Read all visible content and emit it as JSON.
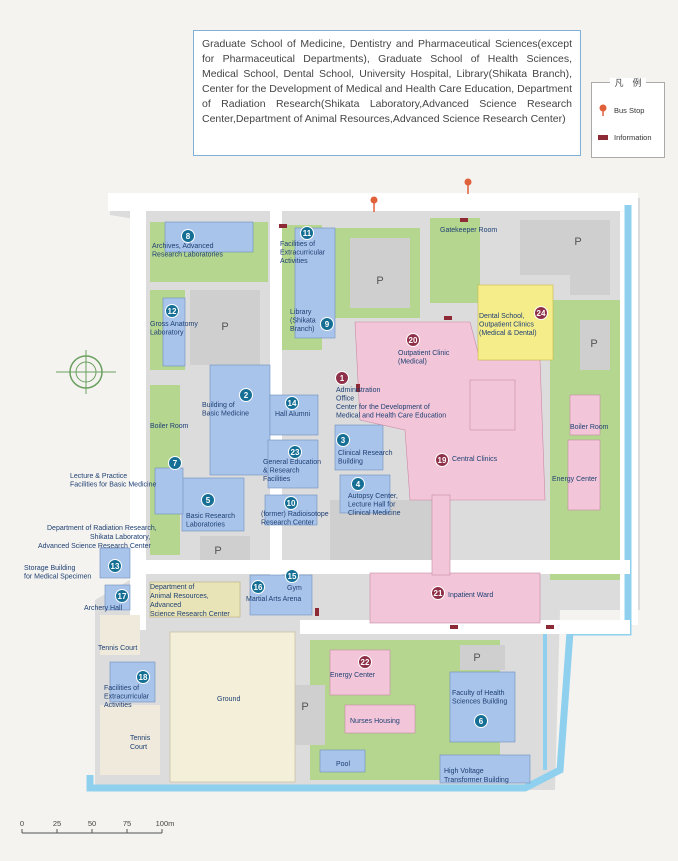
{
  "info_text": "Graduate School of Medicine, Dentistry and Pharmaceutical Sciences(except for Pharmaceutical Departments), Graduate School of Health Sciences, Medical School, Dental School, University Hospital, Library(Shikata Branch), Center for the Development of Medical and Health Care Education, Department of Radiation Research(Shikata Laboratory,Advanced Science Research Center,Department of Animal Resources,Advanced Science Research Center)",
  "legend": {
    "title": "凡　例",
    "bus_stop": "Bus Stop",
    "information": "Information"
  },
  "colors": {
    "blue_building": "#a9c4ea",
    "pink_building": "#f2c6d8",
    "yellow_building": "#f5ec8a",
    "green": "#b5d68f",
    "water": "#8fd0ef",
    "road": "#ffffff",
    "grey_area": "#d7d7d7",
    "badge_blue": "#156f95",
    "badge_red": "#8e3047"
  },
  "buildings": {
    "b1": {
      "num": "1",
      "label": [
        "Administration",
        "Office",
        "Center for the Development of",
        "Medical and Health Care Education"
      ]
    },
    "b2": {
      "num": "2",
      "label": [
        "Building of",
        "Basic Medicine"
      ]
    },
    "b3": {
      "num": "3",
      "label": [
        "Clinical Research",
        "Building"
      ]
    },
    "b4": {
      "num": "4",
      "label": [
        "Autopsy Center,",
        "Lecture Hall for",
        "Clinical Medicine"
      ]
    },
    "b5": {
      "num": "5",
      "label": [
        "Basic Research",
        "Laboratories"
      ]
    },
    "b6": {
      "num": "6",
      "label": [
        "Faculty of Health",
        "Sciences Building"
      ]
    },
    "b7": {
      "num": "7",
      "label": [
        "Lecture & Practice",
        "Facilities for Basic Medicine"
      ]
    },
    "b8": {
      "num": "8",
      "label": [
        "Archives, Advanced",
        "Research Laboratories"
      ]
    },
    "b9": {
      "num": "9",
      "label": [
        "Library",
        "(Shikata",
        "Branch)"
      ]
    },
    "b10": {
      "num": "10",
      "label": [
        "(former) Radioisotope",
        "Research Center"
      ]
    },
    "b11": {
      "num": "11",
      "label": [
        "Facilities of",
        "Extracurricular",
        "Activities"
      ]
    },
    "b12": {
      "num": "12",
      "label": [
        "Gross Anatomy",
        "Laboratory"
      ]
    },
    "b13": {
      "num": "13",
      "label": [
        "Storage Building",
        "for Medical Specimen"
      ]
    },
    "b14": {
      "num": "14",
      "label": [
        "Hall Alumni"
      ]
    },
    "b15": {
      "num": "15",
      "label": [
        "Gym"
      ]
    },
    "b16": {
      "num": "16",
      "label": [
        "Martial Arts Arena"
      ]
    },
    "b17": {
      "num": "17",
      "label": [
        "Archery Hall"
      ]
    },
    "b18": {
      "num": "18",
      "label": [
        "Facilities of",
        "Extracurricular",
        "Activities"
      ]
    },
    "b19": {
      "num": "19",
      "label": [
        "Central Clinics"
      ]
    },
    "b20": {
      "num": "20",
      "label": [
        "Outpatient Clinic",
        "(Medical)"
      ]
    },
    "b21": {
      "num": "21",
      "label": [
        "Inpatient Ward"
      ]
    },
    "b22": {
      "num": "22",
      "label": [
        "Energy Center"
      ]
    },
    "b23": {
      "num": "23",
      "label": [
        "General Education",
        "& Research",
        "Facilities"
      ]
    },
    "b24": {
      "num": "24",
      "label": [
        "Dental School,",
        "Outpatient Clinics",
        "(Medical & Dental)"
      ]
    }
  },
  "place_labels": {
    "gatekeeper": "Gatekeeper Room",
    "boiler_left": "Boiler Room",
    "boiler_right": "Boiler Room",
    "energy_center_right": "Energy Center",
    "radiation_research": [
      "Department of Radiation Research,",
      "Shikata Laboratory,",
      "Advanced Science Research Center"
    ],
    "animal_resources": [
      "Department of",
      "Animal Resources,",
      "Advanced",
      "Science Research Center"
    ],
    "tennis_court_1": "Tennis Court",
    "tennis_court_2": [
      "Tennis",
      "Court"
    ],
    "ground": "Ground",
    "nurses_housing": "Nurses Housing",
    "pool": "Pool",
    "high_voltage": [
      "High Voltage",
      "Transformer Building"
    ],
    "parking": "P"
  },
  "scale": {
    "ticks": [
      "0",
      "25",
      "50",
      "75",
      "100m"
    ]
  }
}
